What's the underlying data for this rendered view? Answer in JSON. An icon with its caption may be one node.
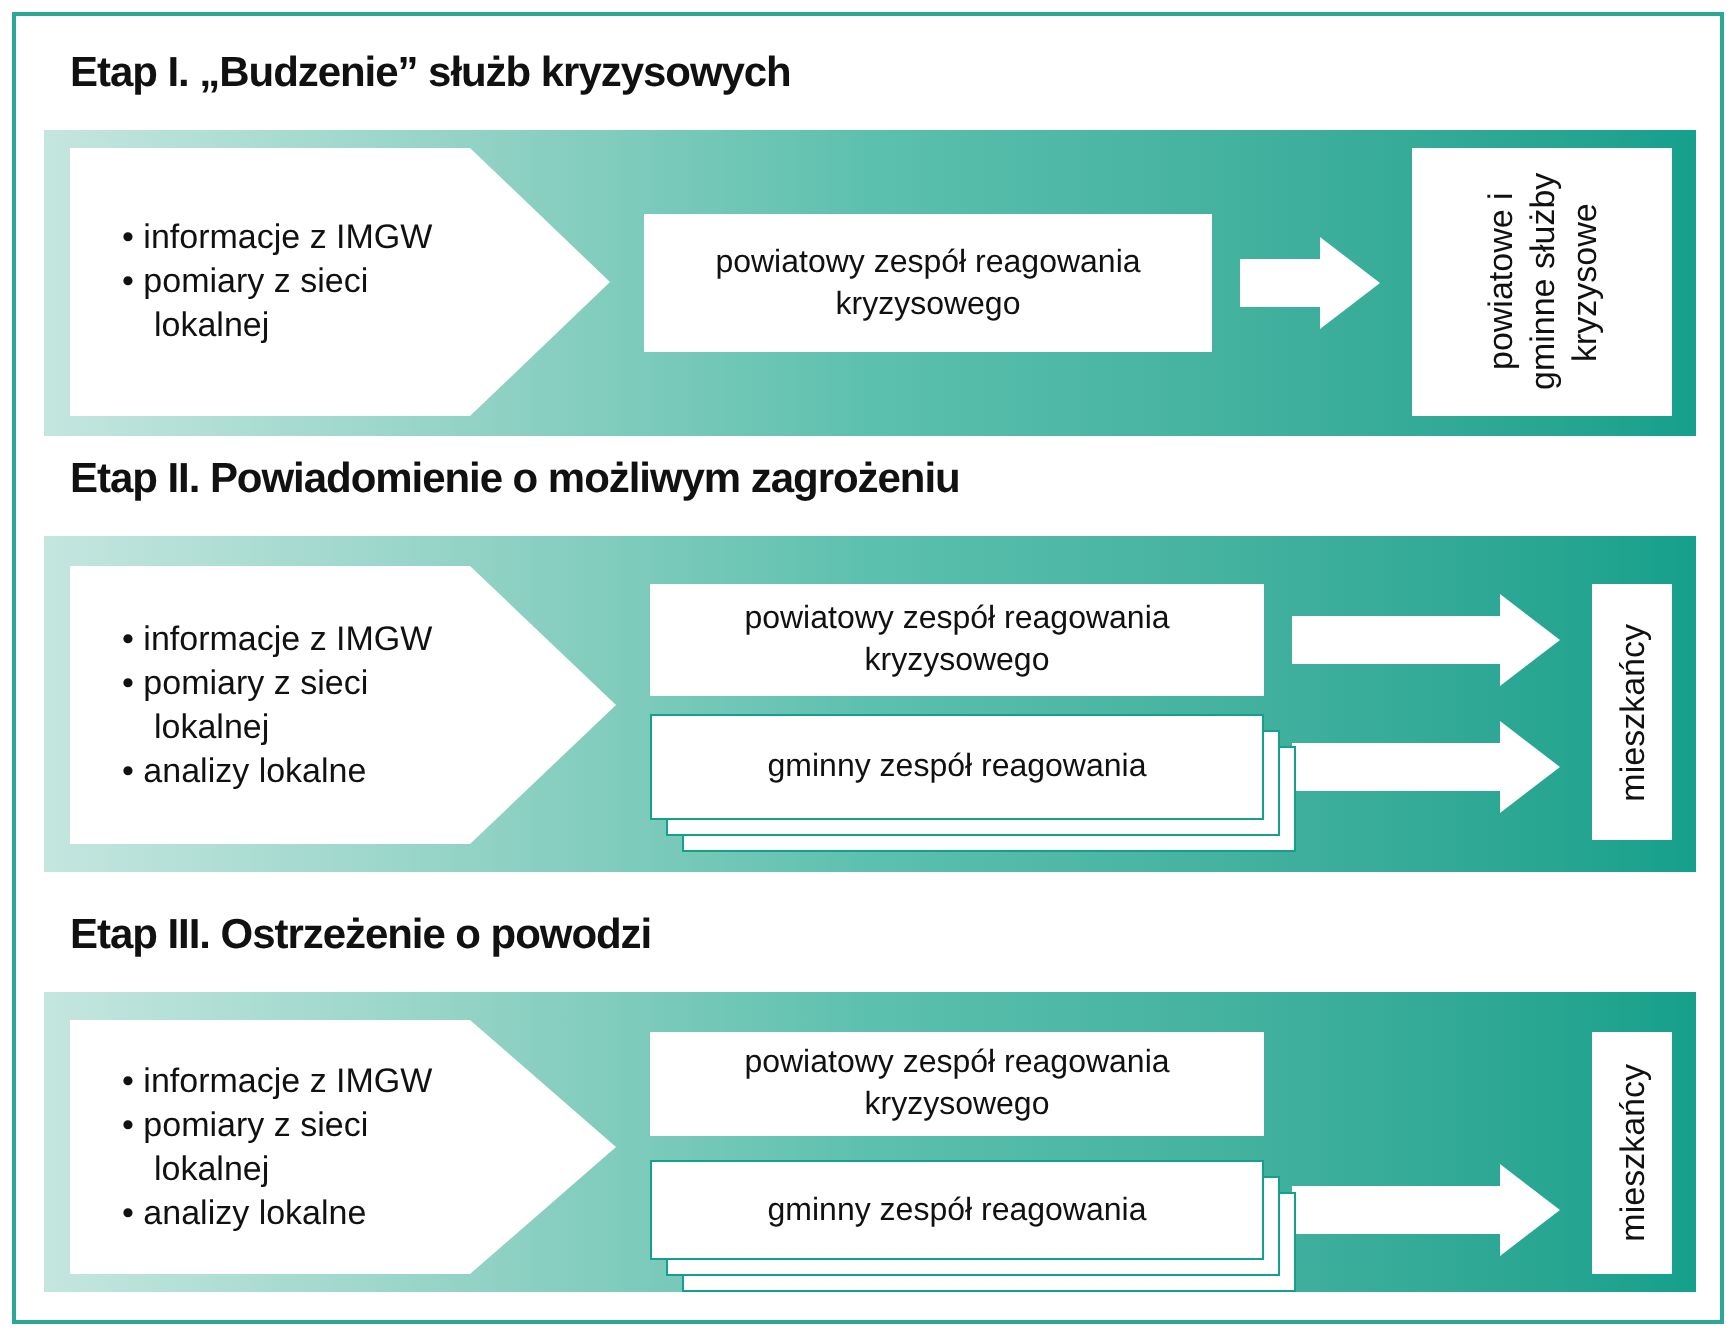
{
  "diagram": {
    "nodes": [
      {
        "text": [
          "Etap I.  „Budzenie” służb kryzysowych"
        ]
      },
      {
        "text": [
          "• informacje z IMGW",
          "• pomiary z sieci lokalnej"
        ],
        "in": 0
      },
      {
        "text": [
          "powiatowy zespół reagowania kryzysowego"
        ],
        "in": 0
      },
      {
        "text": [
          "powiatowe i gminne służby kryzysowe"
        ],
        "in": 0
      },
      {
        "text": [
          "Etap II.  Powiadomienie o możliwym zagrożeniu"
        ]
      },
      {
        "text": [
          "• informacje z IMGW",
          "• pomiary z sieci lokalnej",
          "• analizy lokalne"
        ],
        "in": 4
      },
      {
        "text": [
          "powiatowy zespół reagowania kryzysowego"
        ],
        "in": 4
      },
      {
        "text": [
          "gminny zespół reagowania"
        ],
        "in": 4
      },
      {
        "text": [
          "mieszkańcy"
        ],
        "in": 4
      },
      {
        "text": [
          "Etap III. Ostrzeżenie o powodzi"
        ]
      },
      {
        "text": [
          "• informacje z IMGW",
          "• pomiary z sieci lokalnej",
          "• analizy lokalne"
        ],
        "in": 9
      },
      {
        "text": [
          "powiatowy zespół reagowania kryzysowego"
        ],
        "in": 9
      },
      {
        "text": [
          "gminny zespół reagowania"
        ],
        "in": 9
      },
      {
        "text": [
          "mieszkańcy"
        ],
        "in": 9
      }
    ],
    "edges": [
      {
        "from": 1,
        "to": 2,
        "arrow": "to"
      },
      {
        "from": 2,
        "to": 3,
        "arrow": "to"
      },
      {
        "from": 5,
        "to": 6,
        "arrow": "to"
      },
      {
        "from": 5,
        "to": 7,
        "arrow": "to"
      },
      {
        "from": 6,
        "to": 8,
        "arrow": "to"
      },
      {
        "from": 7,
        "to": 8,
        "arrow": "to"
      },
      {
        "from": 10,
        "to": 11,
        "arrow": "to"
      },
      {
        "from": 10,
        "to": 12,
        "arrow": "to"
      },
      {
        "from": 12,
        "to": 13,
        "arrow": "to"
      }
    ]
  }
}
